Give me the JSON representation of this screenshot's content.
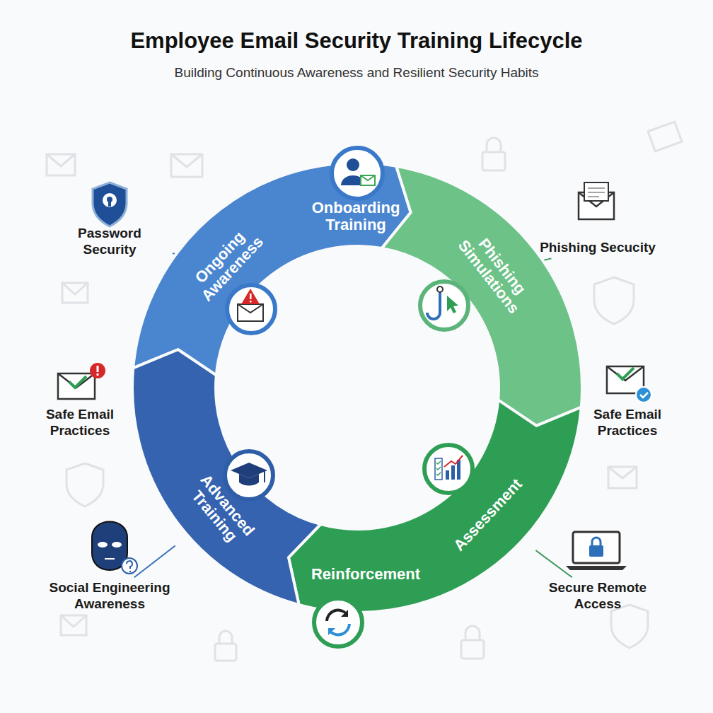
{
  "diagram": {
    "title": "Employee Email Security Training Lifecycle",
    "nodes": [
      {
        "text": [
          "Password Security"
        ]
      },
      {
        "text": [
          "Onboarding Training"
        ]
      },
      {
        "text": [
          "Phishing Secucity"
        ]
      },
      {
        "text": [
          "Ongoing Awareness"
        ]
      },
      {
        "text": [
          "Phishing Simulations"
        ]
      },
      {
        "text": [
          "Safe Email Practices"
        ]
      },
      {
        "text": [
          "Safe Email Practices"
        ]
      },
      {
        "text": [
          "Advanced Training"
        ]
      },
      {
        "text": [
          "Assessment"
        ]
      },
      {
        "text": [
          "Social Engineering Awareness"
        ]
      },
      {
        "text": [
          "Reinforcement"
        ]
      },
      {
        "text": [
          "Secure Remote Access"
        ]
      }
    ],
    "edges": [
      {
        "from": 0,
        "to": 3,
        "arrow": "none"
      },
      {
        "from": 2,
        "to": 4,
        "arrow": "none"
      },
      {
        "from": 9,
        "to": 7,
        "arrow": "none"
      },
      {
        "from": 11,
        "to": 8,
        "arrow": "none"
      }
    ],
    "labels": [
      "Building Continuous Awareness and Resilient Security Habits"
    ]
  }
}
